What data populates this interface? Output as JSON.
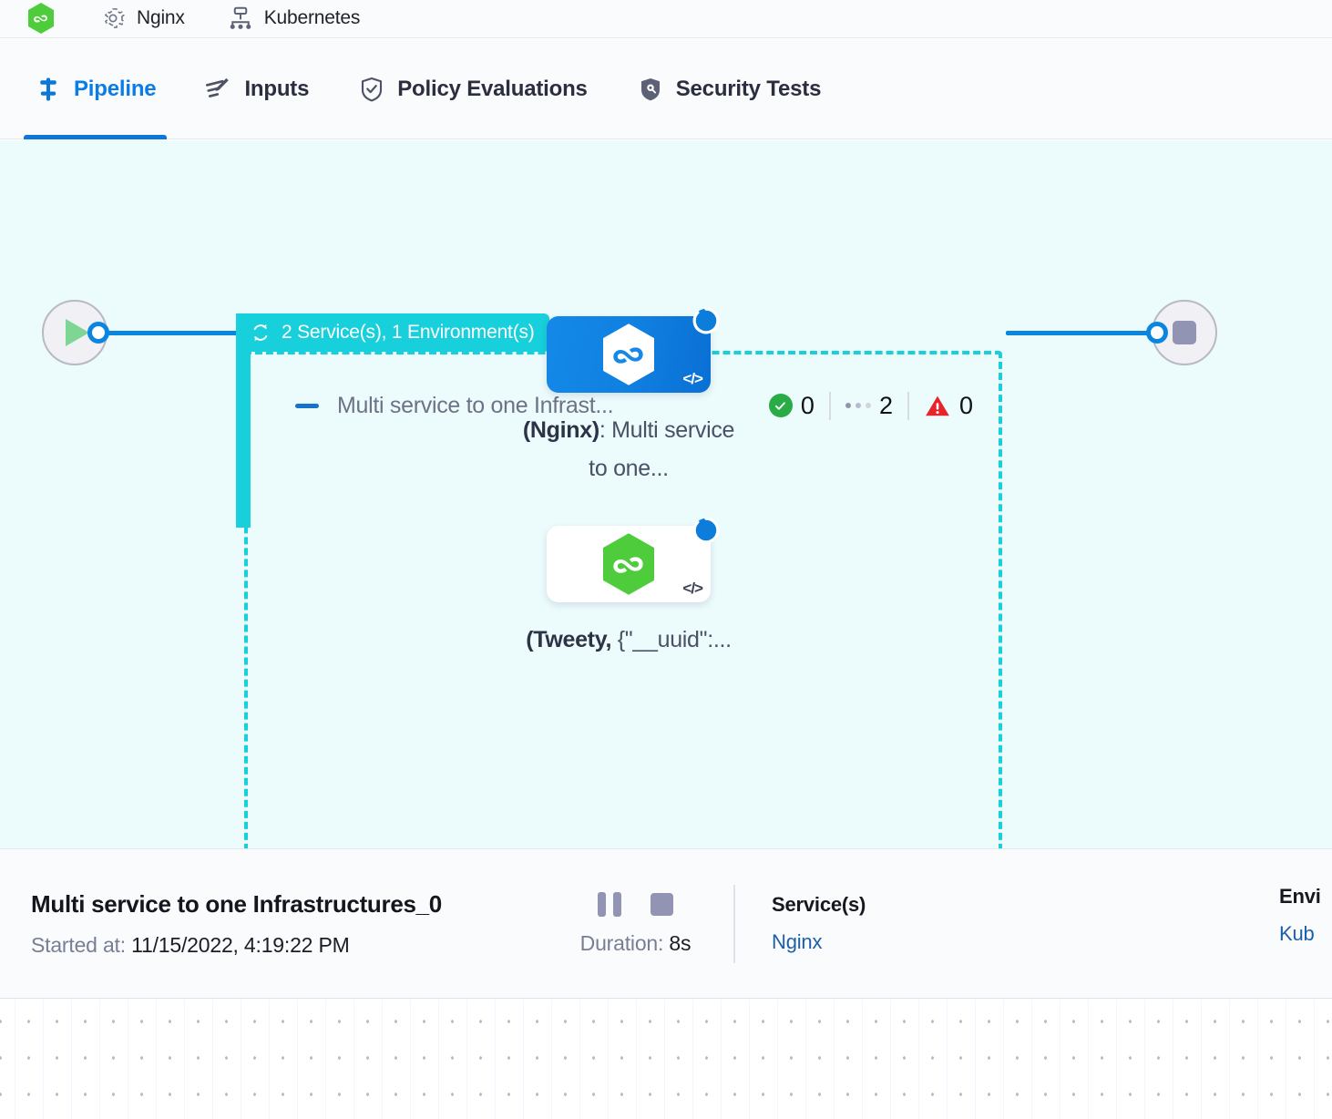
{
  "topstrip": {
    "chips": [
      {
        "icon": "nginx-hex-logo",
        "label": ""
      },
      {
        "icon": "gear-icon",
        "label": "Nginx"
      },
      {
        "icon": "kubernetes-icon",
        "label": "Kubernetes"
      }
    ]
  },
  "tabs": [
    {
      "label": "Pipeline",
      "icon": "pipeline-icon",
      "active": true
    },
    {
      "label": "Inputs",
      "icon": "inputs-icon",
      "active": false
    },
    {
      "label": "Policy Evaluations",
      "icon": "policy-shield-check-icon",
      "active": false
    },
    {
      "label": "Security Tests",
      "icon": "security-shield-icon",
      "active": false
    }
  ],
  "canvas": {
    "group": {
      "badge_label": "2 Service(s), 1 Environment(s)",
      "badge_icon": "loop-repeat-icon",
      "header_title": "Multi service to one Infrast...",
      "stats": [
        {
          "icon": "success-check-icon",
          "value": "0"
        },
        {
          "icon": "running-ellipsis-icon",
          "value": "2"
        },
        {
          "icon": "warning-triangle-icon",
          "value": "0"
        }
      ]
    },
    "nodes": [
      {
        "label_bold": "(Nginx)",
        "label_rest": ": Multi service to one...",
        "logo": "hexagon-infinity-white-logo",
        "badge": "running-spinner-icon",
        "code_icon": "</>",
        "style": "blue"
      },
      {
        "label_bold": "(Tweety,",
        "label_rest": " {\"__uuid\":...",
        "logo": "hexagon-infinity-green-logo",
        "badge": "running-spinner-icon",
        "code_icon": "</>",
        "style": "white"
      }
    ],
    "start_node": {
      "icon": "play-icon"
    },
    "end_node": {
      "icon": "stop-icon"
    }
  },
  "detail": {
    "title": "Multi service to one Infrastructures_0",
    "started_label": "Started at:",
    "started_value": "11/15/2022, 4:19:22 PM",
    "controls": [
      {
        "icon": "pause-icon"
      },
      {
        "icon": "stop-icon"
      }
    ],
    "duration_label": "Duration:",
    "duration_value": "8s",
    "services": {
      "head": "Service(s)",
      "value": "Nginx"
    },
    "environments": {
      "head": "Envi",
      "value": "Kub"
    }
  },
  "colors": {
    "accent_blue": "#0b86e0",
    "group_cyan": "#18cfdc",
    "canvas_bg": "#ecfbfc",
    "success_green": "#29ab46",
    "danger_red": "#e8242a",
    "link_blue": "#1c5fa8"
  }
}
